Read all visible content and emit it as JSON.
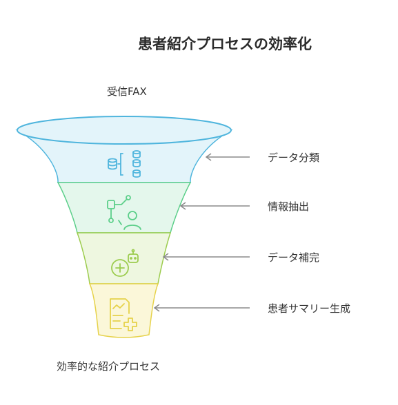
{
  "title": "患者紹介プロセスの効率化",
  "input_label": "受信FAX",
  "output_label": "効率的な紹介プロセス",
  "stages": [
    {
      "label": "データ分類",
      "icon": "data-sort-icon",
      "fill": "#e3f4fa",
      "stroke": "#4fb5dd"
    },
    {
      "label": "情報抽出",
      "icon": "workflow-person-icon",
      "fill": "#e4f7ec",
      "stroke": "#5ccf8a"
    },
    {
      "label": "データ補完",
      "icon": "robot-add-icon",
      "fill": "#eef7e0",
      "stroke": "#9ccc4e"
    },
    {
      "label": "患者サマリー生成",
      "icon": "document-add-icon",
      "fill": "#fbf7d9",
      "stroke": "#e6d24a"
    }
  ],
  "colors": {
    "arrow": "#8a8a8a",
    "text": "#333333"
  }
}
